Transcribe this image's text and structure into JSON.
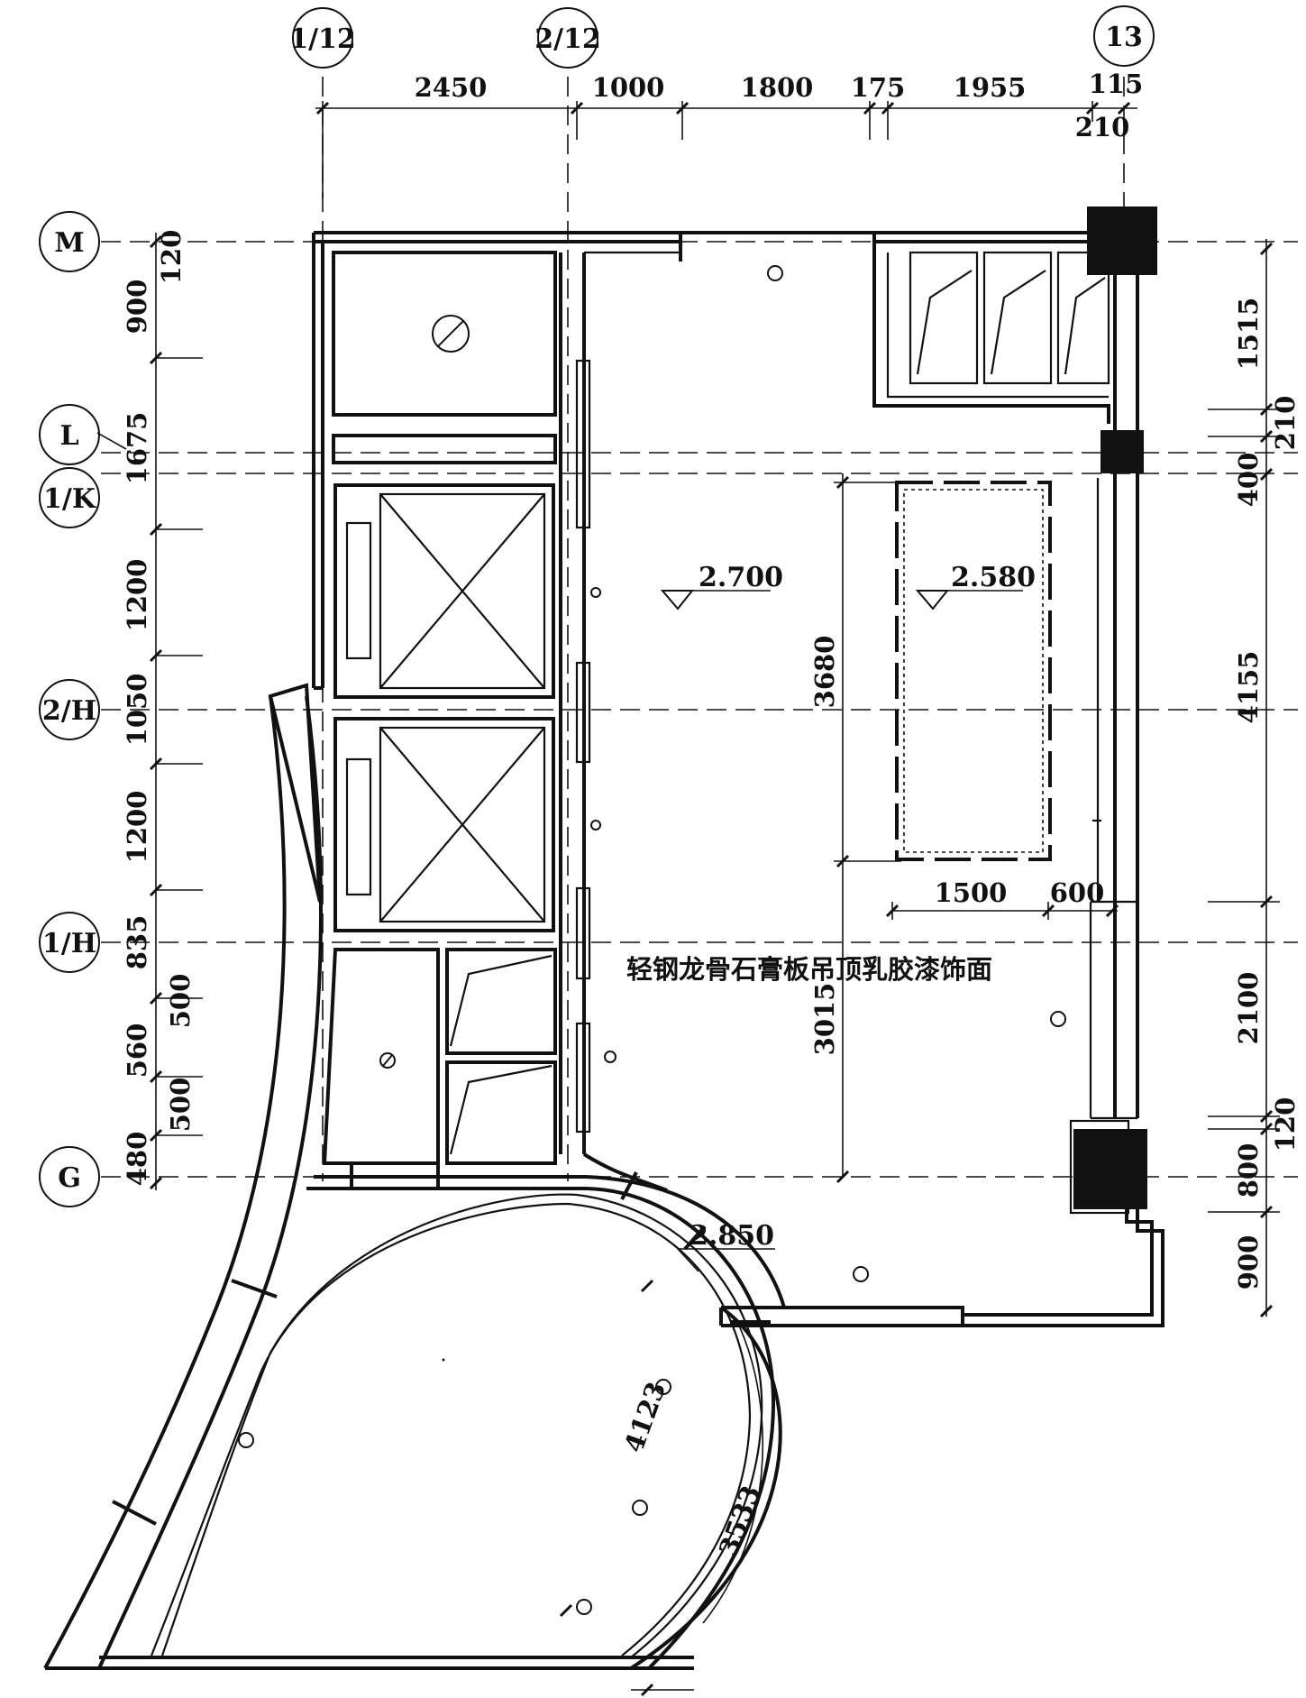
{
  "axes": {
    "vertical": [
      "1/12",
      "2/12",
      "13"
    ],
    "horizontal": [
      "M",
      "L",
      "1/K",
      "2/H",
      "1/H",
      "G"
    ]
  },
  "dimensions": {
    "top": [
      "2450",
      "1000",
      "1800",
      "175",
      "1955",
      "115",
      "210"
    ],
    "left": [
      "120",
      "900",
      "1675",
      "1200",
      "1050",
      "1200",
      "835",
      "500",
      "560",
      "500",
      "480"
    ],
    "right": [
      "1515",
      "210",
      "400",
      "4155",
      "2100",
      "120",
      "800",
      "900"
    ],
    "interior": [
      "3680",
      "3015",
      "1500",
      "600",
      "4123",
      "3533"
    ]
  },
  "elevations": [
    "2.700",
    "2.580",
    "2.850"
  ],
  "note": "轻钢龙骨石膏板吊顶乳胶漆饰面",
  "colors": {
    "line": "#111111",
    "background": "#ffffff"
  }
}
